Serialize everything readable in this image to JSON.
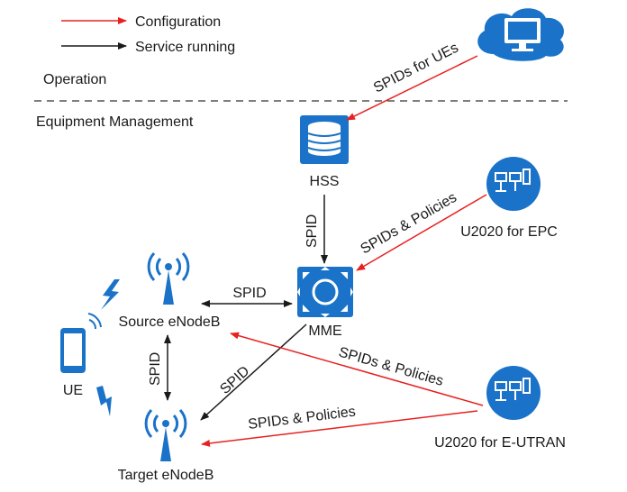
{
  "legend": {
    "configuration_label": "Configuration",
    "service_label": "Service running",
    "configuration_color": "#e8201f",
    "service_color": "#1a1a1a"
  },
  "sections": {
    "operation": "Operation",
    "equipment_management": "Equipment Management"
  },
  "nodes": {
    "cloud_terminal": {
      "icon": "monitor-cloud-icon"
    },
    "hss": {
      "label": "HSS",
      "icon": "database-icon"
    },
    "mme": {
      "label": "MME",
      "icon": "router-icon"
    },
    "u2020_epc": {
      "label": "U2020 for EPC",
      "icon": "network-management-icon"
    },
    "u2020_eutran": {
      "label": "U2020 for E-UTRAN",
      "icon": "network-management-icon"
    },
    "source_enodeb": {
      "label": "Source eNodeB",
      "icon": "antenna-icon"
    },
    "target_enodeb": {
      "label": "Target eNodeB",
      "icon": "antenna-icon"
    },
    "ue": {
      "label": "UE",
      "icon": "phone-icon"
    }
  },
  "edges": {
    "spids_for_ues": "SPIDs for UEs",
    "spids_policies_epc": "SPIDs & Policies",
    "spids_policies_source": "SPIDs & Policies",
    "spids_policies_target": "SPIDs & Policies",
    "spid_hss_mme": "SPID",
    "spid_source_mme": "SPID",
    "spid_source_target": "SPID",
    "spid_mme_target": "SPID"
  },
  "colors": {
    "node_blue": "#1a73c8",
    "node_blue_light": "#2f8fe0",
    "config_red": "#e8201f",
    "arrow_black": "#1a1a1a"
  }
}
